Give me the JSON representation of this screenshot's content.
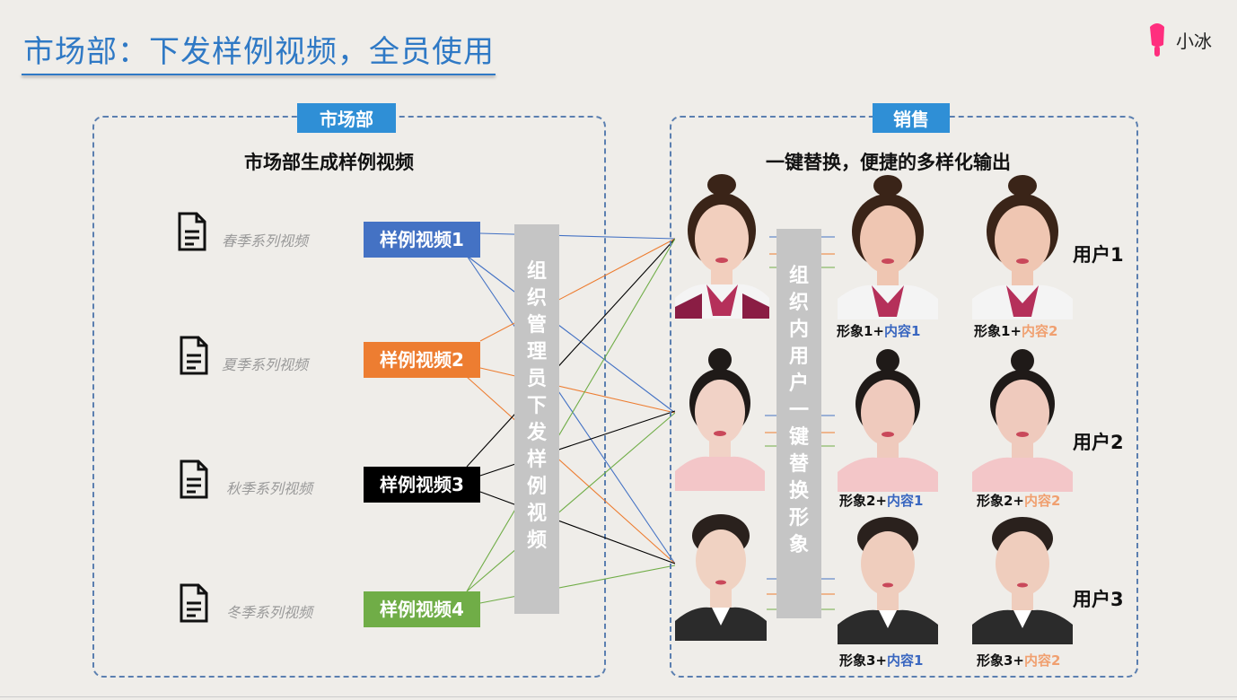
{
  "title": "市场部：下发样例视频，全员使用",
  "logo": {
    "text": "小冰",
    "color": "#ff2e7e"
  },
  "left_panel": {
    "tag": "市场部",
    "heading": "市场部生成样例视频",
    "docs": [
      "春季系列视频",
      "夏季系列视频",
      "秋季系列视频",
      "冬季系列视频"
    ],
    "samples": [
      {
        "label": "样例视频1",
        "color": "#4472c4"
      },
      {
        "label": "样例视频2",
        "color": "#ed7d31"
      },
      {
        "label": "样例视频3",
        "color": "#000000"
      },
      {
        "label": "样例视频4",
        "color": "#70ad47"
      }
    ],
    "bar_text": [
      "组",
      "织",
      "管",
      "理",
      "员",
      "下",
      "发",
      "样",
      "例",
      "视",
      "频"
    ]
  },
  "right_panel": {
    "tag": "销售",
    "heading": "一键替换，便捷的多样化输出",
    "bar_text": [
      "组",
      "织",
      "内",
      "用",
      "户",
      "一",
      "键",
      "替",
      "换",
      "形",
      "象"
    ],
    "rows": [
      {
        "user": "用户1",
        "cap1_a": "形象1+",
        "cap1_b": "内容1",
        "cap2_a": "形象1+",
        "cap2_b": "内容2"
      },
      {
        "user": "用户2",
        "cap1_a": "形象2+",
        "cap1_b": "内容1",
        "cap2_a": "形象2+",
        "cap2_b": "内容2"
      },
      {
        "user": "用户3",
        "cap1_a": "形象3+",
        "cap1_b": "内容1",
        "cap2_a": "形象3+",
        "cap2_b": "内容2"
      }
    ]
  }
}
